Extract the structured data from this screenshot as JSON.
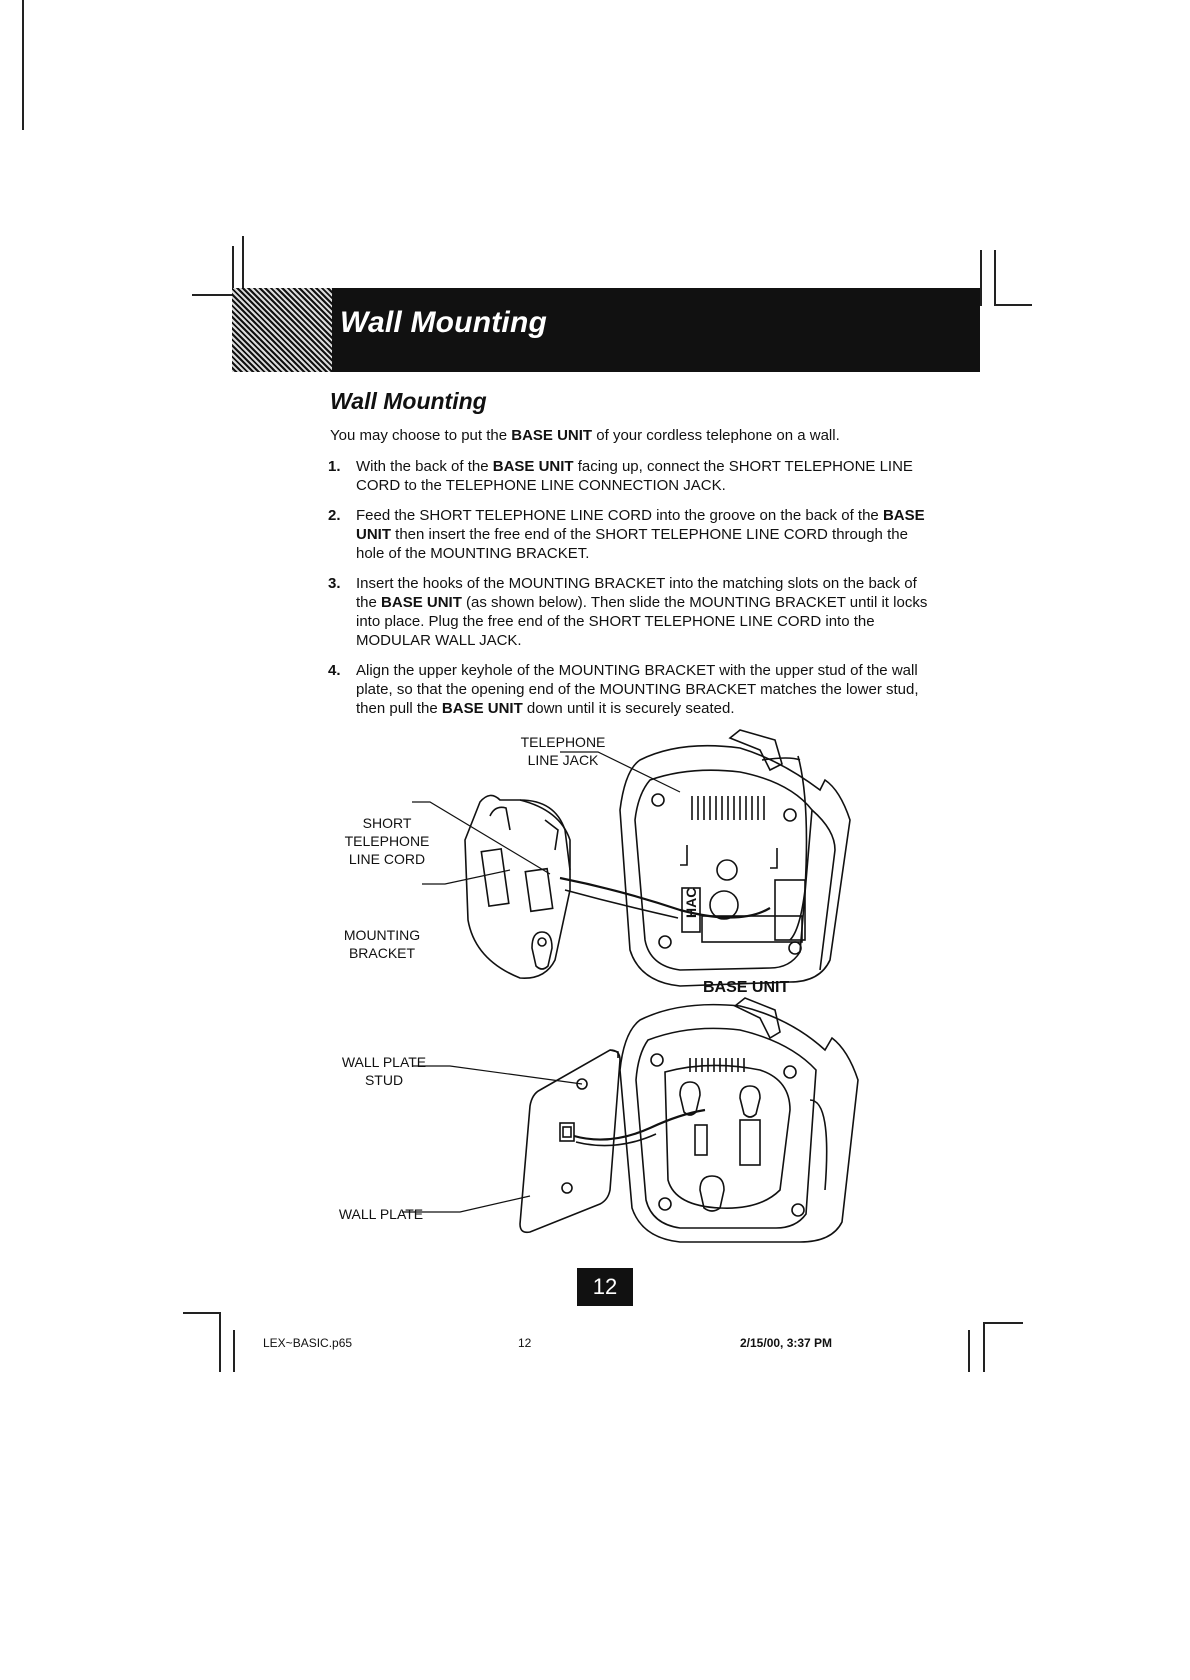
{
  "header": {
    "title": "Wall Mounting"
  },
  "section": {
    "title": "Wall Mounting",
    "intro_pre": "You may choose to put the ",
    "intro_bold": "BASE UNIT",
    "intro_post": " of your cordless telephone on a wall."
  },
  "steps": [
    {
      "num": "1.",
      "parts": [
        "With the back of the ",
        "BASE UNIT",
        " facing up, connect the SHORT TELEPHONE LINE CORD to the TELEPHONE LINE CONNECTION JACK."
      ]
    },
    {
      "num": "2.",
      "parts": [
        "Feed the SHORT TELEPHONE LINE CORD into the groove on the back of the ",
        "BASE UNIT",
        " then insert the free end of the SHORT TELEPHONE LINE CORD through the hole of the MOUNTING BRACKET."
      ]
    },
    {
      "num": "3.",
      "parts": [
        "Insert the hooks of the MOUNTING BRACKET into the matching slots on the back of the ",
        "BASE UNIT",
        " (as shown below). Then slide the MOUNTING BRACKET until it locks into place. Plug the free end of the SHORT TELEPHONE LINE CORD into the MODULAR WALL JACK."
      ]
    },
    {
      "num": "4.",
      "parts": [
        "Align the upper keyhole of the MOUNTING BRACKET with the upper stud of the wall plate, so that the opening end of the MOUNTING BRACKET matches the lower stud, then pull the ",
        "BASE UNIT",
        " down until it is securely seated."
      ]
    }
  ],
  "diagram": {
    "tel_jack_1": "TELEPHONE",
    "tel_jack_2": "LINE JACK",
    "cord_1": "SHORT",
    "cord_2": "TELEPHONE",
    "cord_3": "LINE CORD",
    "bracket_1": "MOUNTING",
    "bracket_2": "BRACKET",
    "base_unit": "BASE UNIT",
    "stud_1": "WALL PLATE",
    "stud_2": "STUD",
    "wall_plate": "WALL PLATE",
    "hac": "HAC"
  },
  "page_number": "12",
  "footer": {
    "file": "LEX~BASIC.p65",
    "page": "12",
    "date": "2/15/00, 3:37 PM"
  }
}
